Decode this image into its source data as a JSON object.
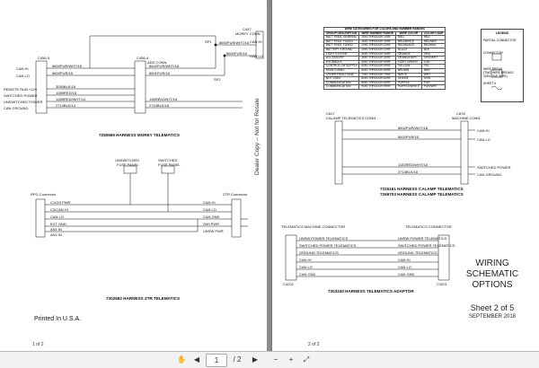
{
  "page1": {
    "connectors": {
      "c6": [
        "C456-5",
        "MOREY CONN"
      ],
      "c7": [
        "C456-4",
        "ADD CONN"
      ],
      "c8": [
        "C464"
      ]
    },
    "splices": [
      "SP1",
      "SP2"
    ],
    "top_right_labels": [
      "C457",
      "MOREY CONN"
    ],
    "wire_labels": [
      "8600PUR/WHT/18",
      "8600PUR/18",
      "8602PUR/WHT/18",
      "8601PUR/18",
      "3050BLK/18",
      "115BRED/18",
      "115BRED/WHT/14",
      "2713BLK/14",
      "11BRED/WHT/18",
      "2710BLK/18"
    ],
    "right_signals": [
      "CAN HI",
      "CAN LO"
    ],
    "left_signals": [
      "CAN HI",
      "CAN LO",
      "REMOTE RUN +12V",
      "SWITCHED POWER",
      "UNSWITCHED POWER",
      "CAN GROUND"
    ],
    "right_signals2": [
      "SWITCHED POWER",
      "CAN GROUND"
    ],
    "caption_top": "7250669 HARNESS MOREY TELEMATICS",
    "fuses": [
      [
        "UNSWITCHED",
        "FUSE PANEL"
      ],
      [
        "SWITCHED",
        "FUSE PANEL"
      ]
    ],
    "rpg_label": "RPG Connector",
    "ztr_label": "ZTR Connector",
    "ztr_wires_left": [
      "C1/GS PWR",
      "C2/CAN HI",
      "CAN LO",
      "EXT GND",
      "AN1 IN",
      "AN2 IN"
    ],
    "ztr_wires_right": [
      "CAN HI",
      "CAN LO",
      "CAN GND",
      "SWI PWR",
      "UNSW PWR"
    ],
    "caption_ztr": "7302682 HARNESS ZTR TELEMATICS",
    "printed": "Printed In U.S.A.",
    "page_number": "1 of 2",
    "watermark": "Dealer Copy -- Not for Resale"
  },
  "page2": {
    "table": {
      "title": "WIRE CATEGORIES FOR COLORS AND NUMBER RANGES",
      "headers": [
        "GROUP DESCRIPTION",
        "WIRE NUMBER RANGE",
        "WIRE COLOR",
        "COLOR CODE"
      ],
      "rows": [
        [
          "BATT FEED, GENERAL",
          "1000 THROUGH 1499",
          "RED",
          "RED"
        ],
        [
          "BATT FEED, FUSED",
          "1500 THROUGH 1999",
          "RED/WHITE",
          "RED/WHT"
        ],
        [
          "BATT FEED, FUSED",
          "2000 THROUGH 2499",
          "RED/BLACK",
          "RED/BLK"
        ],
        [
          "BATTERY GROUND",
          "2500 THROUGH 2999",
          "BLACK",
          "BLK"
        ],
        [
          "LIGHT SYSTEM",
          "3000 THROUGH 3499",
          "ORANGE",
          "ORG"
        ],
        [
          "ACCESSORY",
          "3500 THROUGH 3999",
          "ORANGE/WHT",
          "ORG/WHT"
        ],
        [
          "HYDRAULIC",
          "4000 THROUGH 4999",
          "LIGHT GREEN",
          "LGN"
        ],
        [
          "CONTROL ON SUPPLY",
          "5000 THROUGH 5999",
          "YELLOW",
          "YEL"
        ],
        [
          "MONITORING",
          "6000 THROUGH 6999",
          "BROWN",
          "BRN"
        ],
        [
          "OTHER FUNCTIONS",
          "7000 THROUGH 7999",
          "WHITE",
          "WHT"
        ],
        [
          "NOT USED",
          "8000 THROUGH 8499",
          "GREEN",
          "GRN"
        ],
        [
          "COMMUNICATION",
          "8500 THROUGH 8999",
          "PURPLE",
          "PUR"
        ],
        [
          "COMMUNICATION",
          "9000 THROUGH 9999",
          "PURPLE/WHITE",
          "PUR/WHT"
        ]
      ]
    },
    "legend": {
      "title": "LEGEND",
      "items": [
        "PARTIAL CONNECTOR",
        "CONNECTOR",
        "WIRE BREAK",
        "(TWO WIRE BREAKS JOIN ONE WIRE)",
        "SHEET #"
      ]
    },
    "calamp_left": [
      "C817",
      "CALAMP TELEMATICS CONN"
    ],
    "calamp_right": [
      "C878",
      "MACHINE CONN"
    ],
    "calamp_wires": [
      "8602PUR/WHT/18",
      "8602PUR/18",
      "1153RED/WHT/18",
      "2713BLK/18"
    ],
    "calamp_signals": [
      "CAN HI",
      "CAN LO",
      "SWITCHED POWER",
      "CAN GROUND"
    ],
    "caption_calamp": [
      "7315161 HARNESS CALAMP TELEMATICS",
      "7269703 HARNESS CALAMP TELEMATICS"
    ],
    "adaptor_left": "TELEMATICS MACHINE CONNECTOR",
    "adaptor_right": "TELEMATICS CONNECTOR",
    "adaptor_signals_left": [
      "UNSW POWER TELEMATICS",
      "SWITCHED POWER TELEMATICS",
      "GROUND TELEMATICS",
      "CAN HI",
      "CAN LO",
      "CAN GND"
    ],
    "adaptor_signals_right": [
      "UNSW POWER TELEMATICS",
      "SWITCHED POWER TELEMATICS",
      "GROUND TELEMATICS",
      "CAN HI",
      "CAN LO",
      "CAN GND"
    ],
    "adaptor_connectors": [
      "C4201",
      "C3201"
    ],
    "caption_adaptor": "7303240 HARNESS TELEMATICS ADAPTOR",
    "title_block": {
      "line1": "WIRING SCHEMATIC",
      "line2": "OPTIONS",
      "sheet": "Sheet 2 of 5",
      "date": "SEPTEMBER 2018"
    },
    "page_number": "2 of 2"
  },
  "toolbar": {
    "page_input": "1",
    "page_total": "/ 2",
    "icons": [
      "pan-icon",
      "prev-icon",
      "next-icon",
      "zoom-out-icon",
      "zoom-in-icon",
      "fit-icon"
    ]
  }
}
